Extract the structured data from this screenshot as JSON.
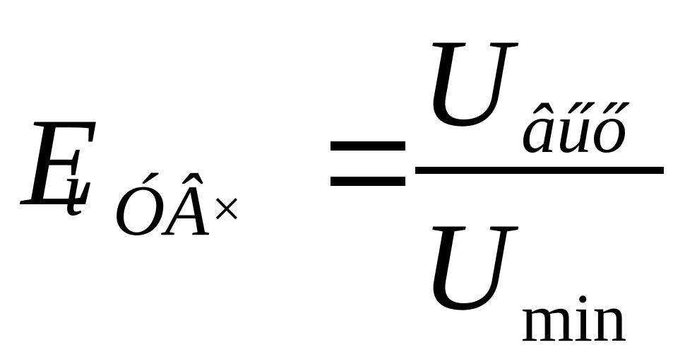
{
  "formula": {
    "lhs": {
      "symbol": "E",
      "accent_mark": "ι",
      "subscript": "ÓÂ",
      "subscript_mark": "×"
    },
    "operator": "=",
    "fraction": {
      "numerator": {
        "symbol": "U",
        "subscript": "âűő"
      },
      "denominator": {
        "symbol": "U",
        "subscript": "min"
      }
    }
  }
}
